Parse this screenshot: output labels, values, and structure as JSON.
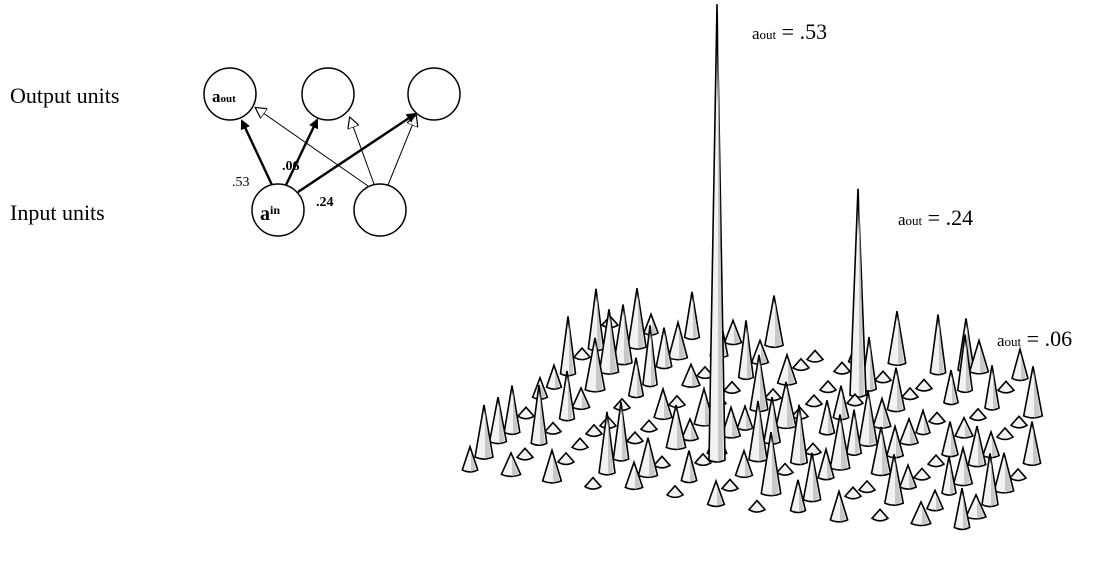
{
  "labels": {
    "output_units": "Output units",
    "input_units": "Input units"
  },
  "network": {
    "output_unit_label_a": "a",
    "output_unit_label_sub": "out",
    "input_unit_label_a": "a",
    "input_unit_label_sub": "in",
    "weights": [
      ".53",
      ".06",
      ".24"
    ]
  },
  "annotations": [
    {
      "a": "a",
      "sub": "out",
      "text": " = .53",
      "height": 0.53
    },
    {
      "a": "a",
      "sub": "out",
      "text": " = .24",
      "height": 0.24
    },
    {
      "a": "a",
      "sub": "out",
      "text": " = .06",
      "height": 0.06
    }
  ],
  "colors": {
    "line": "#000000",
    "cone_fill": "#f2f2f2",
    "cone_shade": "#bdbdbd"
  }
}
